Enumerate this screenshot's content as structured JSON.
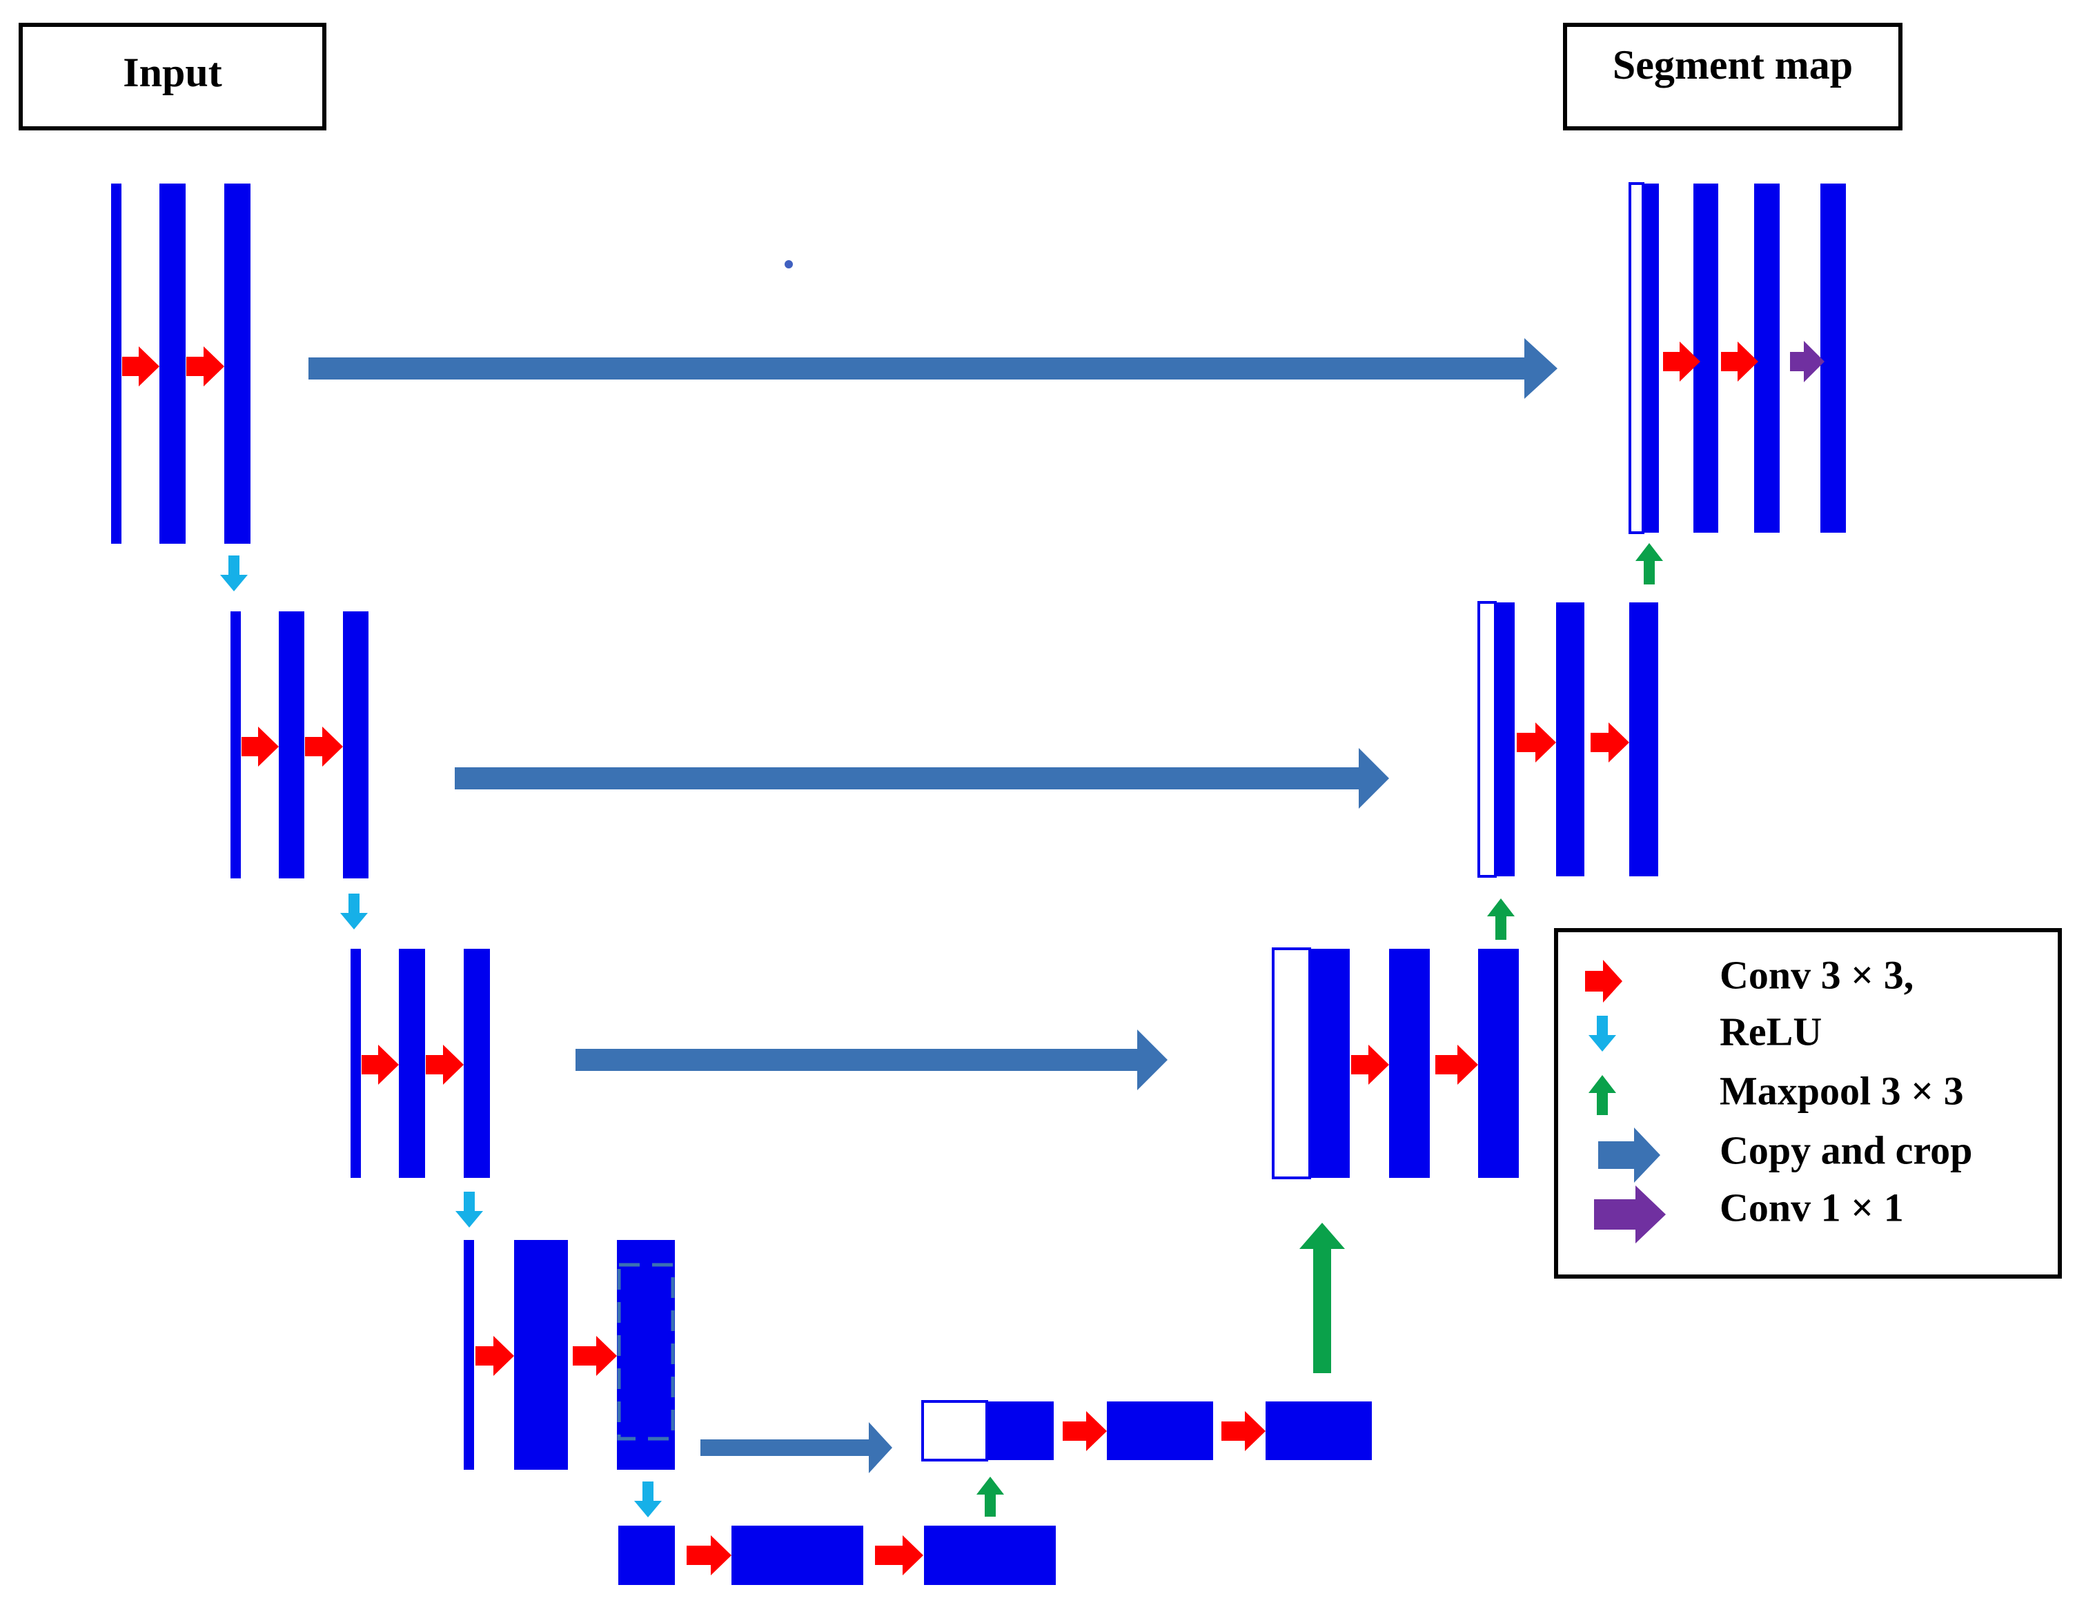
{
  "labels": {
    "input": "Input",
    "output": "Segment map"
  },
  "legend": {
    "items": [
      {
        "icon": "red-arrow-icon",
        "text": "Conv 3 × 3,"
      },
      {
        "icon": "cyan-down-arrow-icon",
        "text": "ReLU"
      },
      {
        "icon": "green-up-arrow-icon",
        "text": "Maxpool 3 × 3"
      },
      {
        "icon": "steel-blue-arrow-icon",
        "text": "Copy and crop"
      },
      {
        "icon": "purple-arrow-icon",
        "text": "Conv 1 × 1"
      }
    ]
  },
  "colors": {
    "feature_map": "#0000ee",
    "conv": "#ff0000",
    "relu": "#16b0e8",
    "maxpool": "#0aa14a",
    "copy_crop": "#3b72b3",
    "conv1x1": "#7030a0"
  }
}
